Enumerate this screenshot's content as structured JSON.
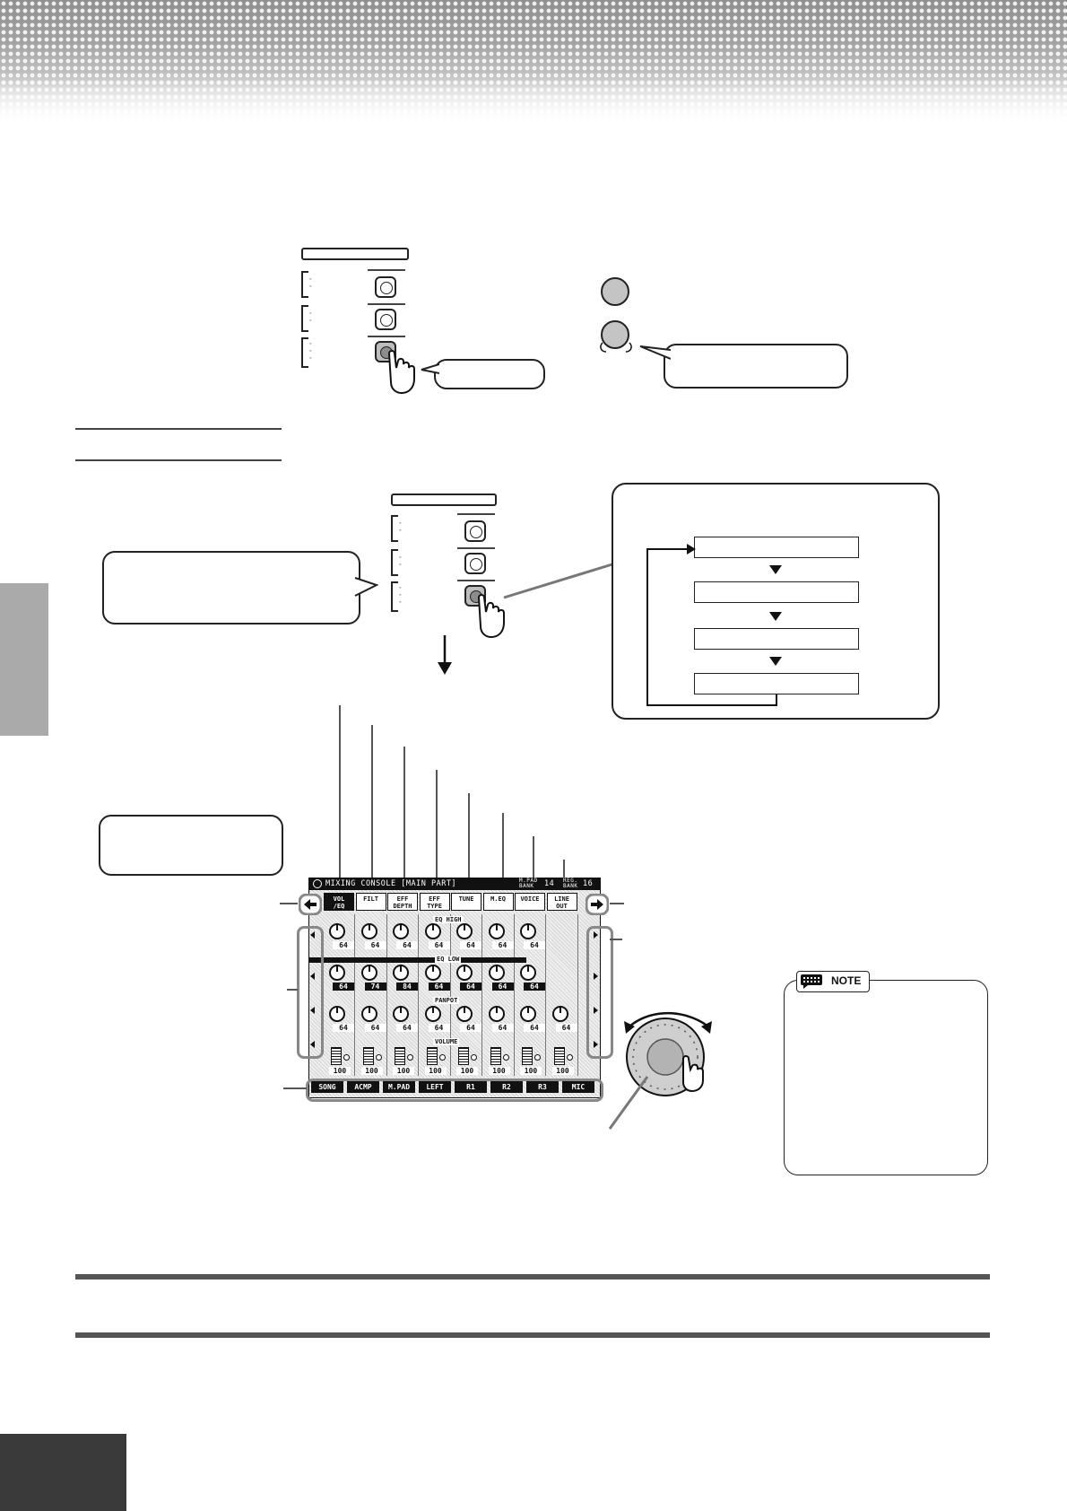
{
  "lcd": {
    "title": "MIXING CONSOLE [MAIN PART]",
    "bank1_label": "M.PAD BANK",
    "bank1_value": "14",
    "bank2_label": "REG. BANK",
    "bank2_value": "16",
    "tabs": [
      {
        "line1": "VOL",
        "line2": "/EQ"
      },
      {
        "line1": "FILT",
        "line2": ""
      },
      {
        "line1": "EFF",
        "line2": "DEPTH"
      },
      {
        "line1": "EFF",
        "line2": "TYPE"
      },
      {
        "line1": "TUNE",
        "line2": ""
      },
      {
        "line1": "M.EQ",
        "line2": ""
      },
      {
        "line1": "VOICE",
        "line2": ""
      },
      {
        "line1": "LINE",
        "line2": "OUT"
      }
    ],
    "section_eq_high": "EQ HIGH",
    "section_eq_low": "EQ LOW",
    "section_panpot": "PANPOT",
    "section_volume": "VOLUME",
    "eq_high": [
      "64",
      "64",
      "64",
      "64",
      "64",
      "64",
      "64",
      ""
    ],
    "eq_low": [
      "64",
      "74",
      "84",
      "64",
      "64",
      "64",
      "64",
      ""
    ],
    "panpot": [
      "64",
      "64",
      "64",
      "64",
      "64",
      "64",
      "64",
      "64"
    ],
    "volume": [
      "100",
      "100",
      "100",
      "100",
      "100",
      "100",
      "100",
      "100"
    ],
    "parts": [
      "SONG",
      "ACMP",
      "M.PAD",
      "LEFT",
      "R1",
      "R2",
      "R3",
      "MIC"
    ]
  },
  "note": {
    "label": "NOTE"
  },
  "colors": {
    "header_gray": "#a4a4a4",
    "side_tab": "#aaaaaa",
    "corner_block": "#3a3a3a",
    "rule": "#555555"
  }
}
